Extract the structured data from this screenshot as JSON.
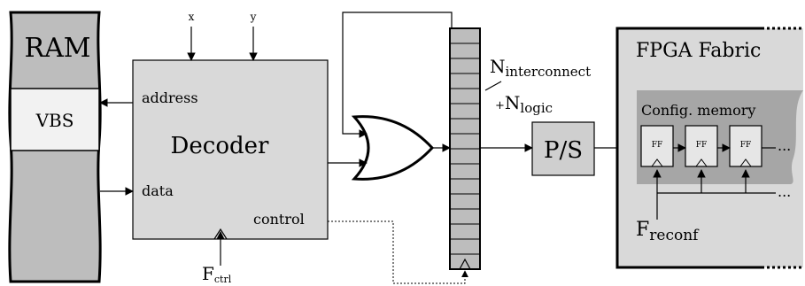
{
  "ram": {
    "title": "RAM",
    "vbs": "VBS"
  },
  "decoder": {
    "title": "Decoder",
    "address": "address",
    "data": "data",
    "control": "control",
    "input_x": "x",
    "input_y": "y",
    "f_ctrl": {
      "main": "F",
      "sub": "ctrl"
    }
  },
  "nlabel": {
    "interconnect_main": "N",
    "interconnect_sub": "interconnect",
    "plus": "+",
    "logic_main": "N",
    "logic_sub": "logic"
  },
  "ps": {
    "label": "P/S"
  },
  "fpga": {
    "title": "FPGA Fabric",
    "config_memory": "Config. memory",
    "ff": [
      "FF",
      "FF",
      "FF"
    ],
    "ellipsis": "...",
    "f_reconf": {
      "main": "F",
      "sub": "reconf"
    }
  },
  "colors": {
    "ram_fill": "#bdbdbd",
    "decoder_fill": "#d9d9d9",
    "register_fill": "#bdbdbd",
    "ps_fill": "#cfcfcf",
    "config_fill": "#a6a6a6",
    "ff_fill": "#e6e6e6"
  }
}
